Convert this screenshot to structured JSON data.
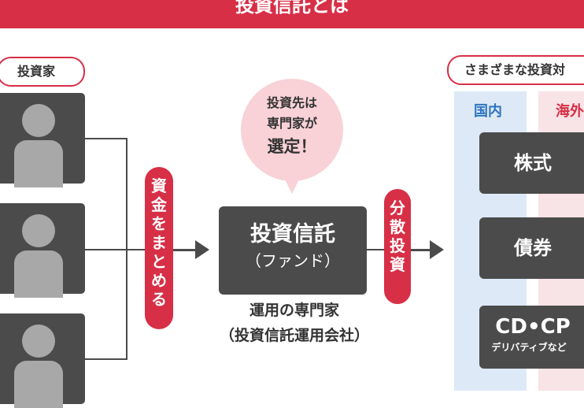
{
  "header": {
    "title": "投資信託とは"
  },
  "investors": {
    "label": "投資家"
  },
  "pool": {
    "label_chars": [
      "資",
      "金",
      "を",
      "ま",
      "と",
      "め",
      "る"
    ]
  },
  "bubble": {
    "line1": "投資先は",
    "line2": "専門家が",
    "line3": "選定！"
  },
  "fund": {
    "title": "投資信託",
    "subtitle": "（ファンド）"
  },
  "manager": {
    "line1": "運用の専門家",
    "line2": "（投資信託運用会社）"
  },
  "diversify": {
    "label_chars": [
      "分",
      "散",
      "投",
      "資"
    ]
  },
  "targets": {
    "label": "さまざまな投資対",
    "domestic": "国内",
    "overseas": "海外",
    "assets": [
      {
        "name": "株式",
        "sub": ""
      },
      {
        "name": "債券",
        "sub": ""
      },
      {
        "name": "CD•CP",
        "sub": "デリバティブなど"
      }
    ]
  },
  "colors": {
    "accent": "#d72f46",
    "box": "#4b4b4b",
    "bubble": "#f8d2d7",
    "domestic_bg": "#dde9f6",
    "overseas_bg": "#f8e3e6",
    "domestic_text": "#2f74c0"
  }
}
